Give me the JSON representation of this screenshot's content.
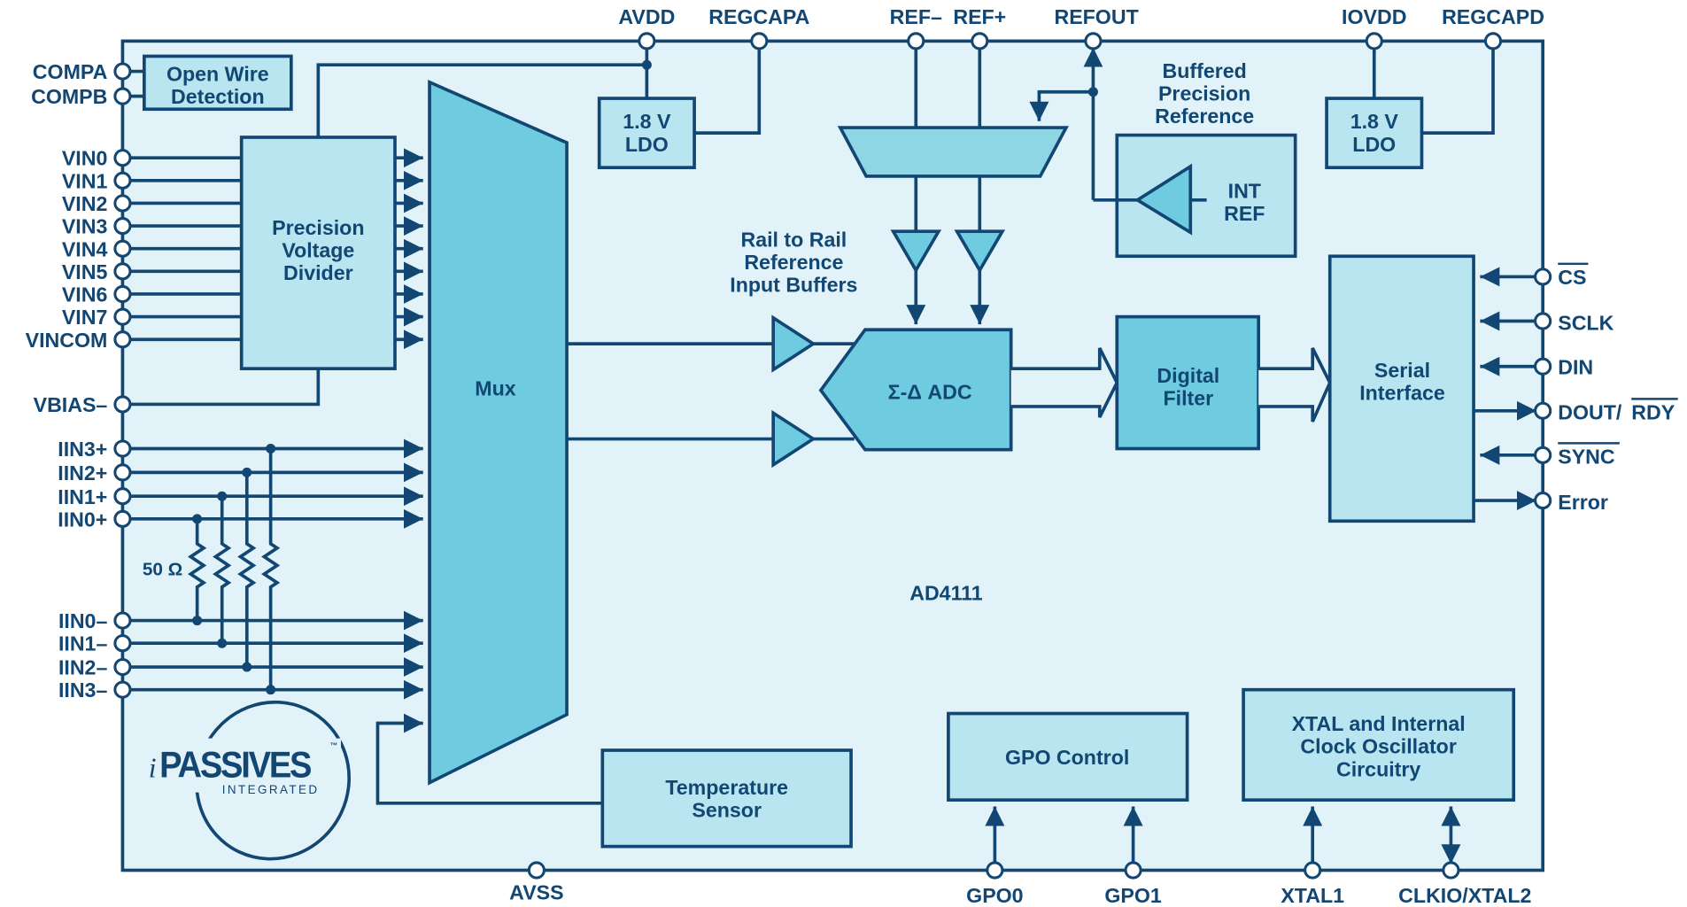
{
  "diagram": {
    "part_number": "AD4111",
    "logo": {
      "text": "PASSIVES",
      "prefix": "i",
      "subtitle": "INTEGRATED",
      "tm": "™"
    },
    "colors": {
      "stroke": "#124673",
      "frame_fill": "#e1f3f8",
      "light_block": "#b8e5ef",
      "dark_block": "#6fcbdf"
    },
    "top_pins": [
      "AVDD",
      "REGCAPA",
      "REF–",
      "REF+",
      "REFOUT",
      "IOVDD",
      "REGCAPD"
    ],
    "left_pins": {
      "comp": [
        "COMPA",
        "COMPB"
      ],
      "vin": [
        "VIN0",
        "VIN1",
        "VIN2",
        "VIN3",
        "VIN4",
        "VIN5",
        "VIN6",
        "VIN7",
        "VINCOM"
      ],
      "vbias": "VBIAS–",
      "iin_plus": [
        "IIN3+",
        "IIN2+",
        "IIN1+",
        "IIN0+"
      ],
      "iin_minus": [
        "IIN0–",
        "IIN1–",
        "IIN2–",
        "IIN3–"
      ]
    },
    "right_pins": [
      "CS",
      "SCLK",
      "DIN",
      "DOUT/",
      "RDY",
      "SYNC",
      "Error"
    ],
    "bottom_pins": [
      "AVSS",
      "GPO0",
      "GPO1",
      "XTAL1",
      "CLKIO/XTAL2"
    ],
    "resistor_label": "50 Ω",
    "blocks": {
      "open_wire": [
        "Open Wire",
        "Detection"
      ],
      "divider": [
        "Precision",
        "Voltage",
        "Divider"
      ],
      "mux": "Mux",
      "ldo_a": [
        "1.8 V",
        "LDO"
      ],
      "ldo_d": [
        "1.8 V",
        "LDO"
      ],
      "buffered_ref_caption": [
        "Buffered",
        "Precision",
        "Reference"
      ],
      "int_ref": [
        "INT",
        "REF"
      ],
      "ref_buffers_caption": [
        "Rail to Rail",
        "Reference",
        "Input Buffers"
      ],
      "adc": "Σ-Δ ADC",
      "filter": [
        "Digital",
        "Filter"
      ],
      "serial": [
        "Serial",
        "Interface"
      ],
      "temp": [
        "Temperature",
        "Sensor"
      ],
      "gpo": "GPO Control",
      "xtal": [
        "XTAL and Internal",
        "Clock Oscillator",
        "Circuitry"
      ]
    }
  }
}
